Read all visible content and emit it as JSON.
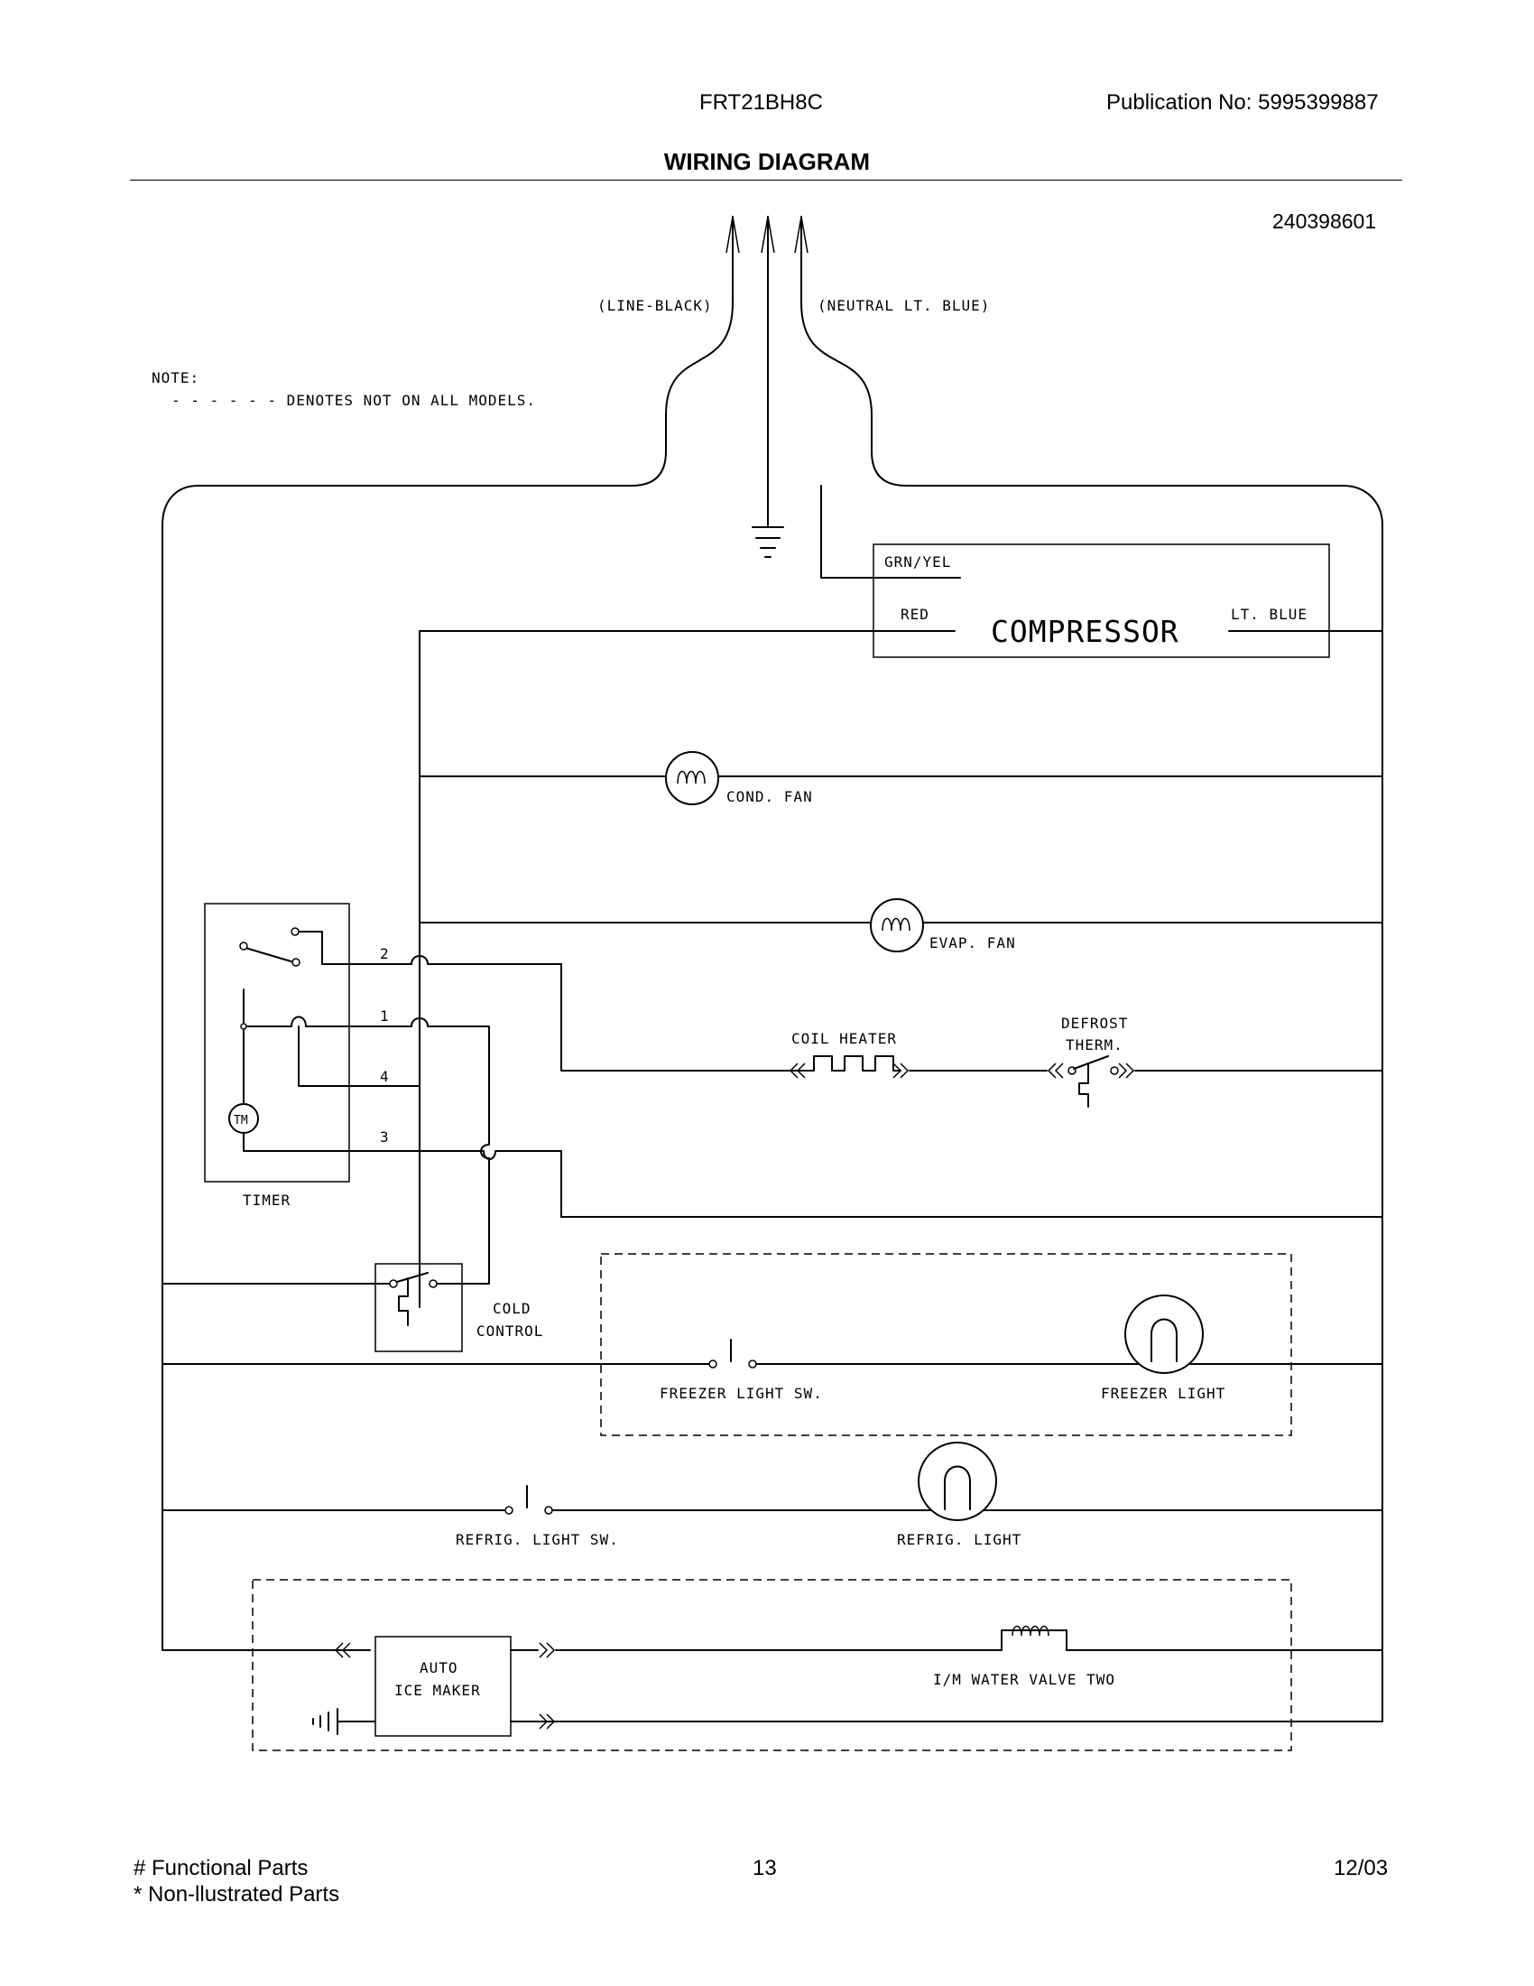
{
  "header": {
    "model": "FRT21BH8C",
    "publication": "Publication No:  5995399887",
    "title": "WIRING DIAGRAM",
    "doc_number": "240398601"
  },
  "diagram": {
    "line_label": "(LINE-BLACK)",
    "neutral_label": "(NEUTRAL LT. BLUE)",
    "note_title": "NOTE:",
    "note_text": "- - - - - - DENOTES NOT ON ALL MODELS.",
    "compressor": {
      "name": "COMPRESSOR",
      "lead_grn_yel": "GRN/YEL",
      "lead_red": "RED",
      "lead_lt_blue": "LT. BLUE"
    },
    "cond_fan": "COND. FAN",
    "evap_fan": "EVAP. FAN",
    "coil_heater": "COIL HEATER",
    "defrost_therm_line1": "DEFROST",
    "defrost_therm_line2": "THERM.",
    "timer": {
      "name": "TIMER",
      "motor": "TM",
      "terminal_1": "1",
      "terminal_2": "2",
      "terminal_3": "3",
      "terminal_4": "4"
    },
    "cold_control_line1": "COLD",
    "cold_control_line2": "CONTROL",
    "freezer_light_sw": "FREEZER LIGHT SW.",
    "freezer_light": "FREEZER LIGHT",
    "refrig_light_sw": "REFRIG. LIGHT SW.",
    "refrig_light": "REFRIG. LIGHT",
    "ice_maker_line1": "AUTO",
    "ice_maker_line2": "ICE MAKER",
    "water_valve": "I/M WATER VALVE TWO"
  },
  "footer": {
    "functional": "# Functional Parts",
    "non_illustrated": "* Non-llustrated Parts",
    "page": "13",
    "date": "12/03"
  }
}
